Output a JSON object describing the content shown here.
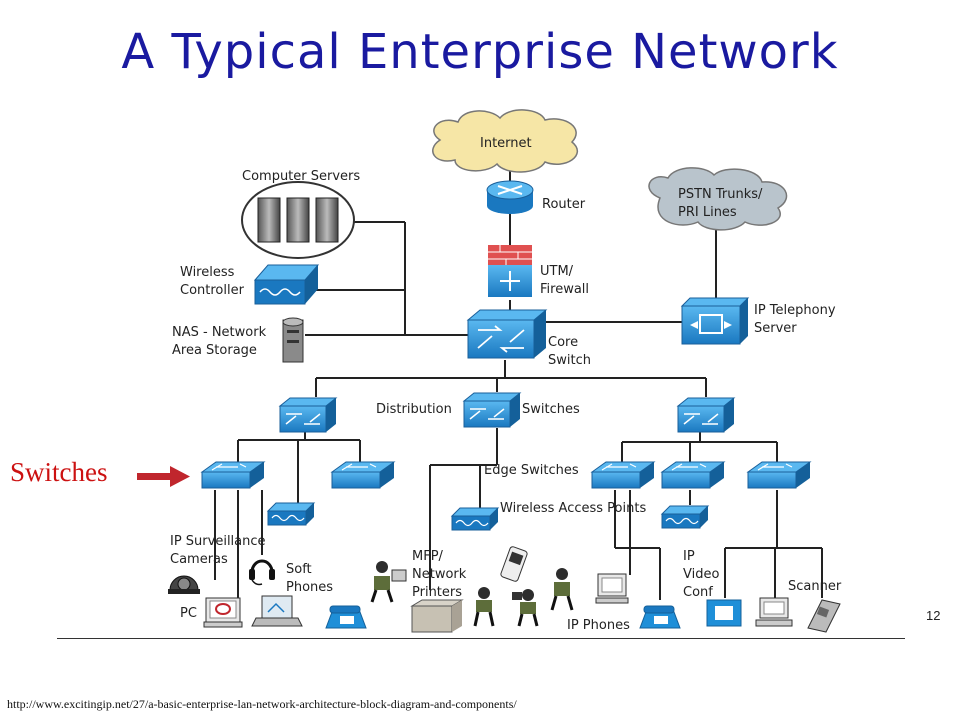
{
  "title": "A Typical Enterprise Network",
  "callout": {
    "label": "Switches"
  },
  "page_number": "12",
  "source_url": "http://www.excitingip.net/27/a-basic-enterprise-lan-network-architecture-block-diagram-and-components/",
  "colors": {
    "title": "#1a1aa0",
    "callout": "#cc1111",
    "device_blue": "#1f8fd8",
    "internet_cloud": "#f6e6a6",
    "pstn_cloud": "#b9c4cc",
    "firewall_red": "#e05050"
  },
  "labels": {
    "internet": "Internet",
    "router": "Router",
    "utm_firewall": [
      "UTM/",
      "Firewall"
    ],
    "computer_servers": "Computer Servers",
    "pstn": [
      "PSTN Trunks/",
      "PRI Lines"
    ],
    "wireless_controller": [
      "Wireless",
      "Controller"
    ],
    "ip_telephony": [
      "IP Telephony",
      "Server"
    ],
    "nas": [
      "NAS - Network",
      "Area Storage"
    ],
    "core_switch": [
      "Core",
      "Switch"
    ],
    "distribution": "Distribution",
    "switches": "Switches",
    "edge_switches": "Edge Switches",
    "wireless_ap": "Wireless Access Points",
    "ip_surveillance": [
      "IP Surveillance",
      "Cameras"
    ],
    "soft_phones": [
      "Soft",
      "Phones"
    ],
    "mfp": [
      "MFP/",
      "Network",
      "Printers"
    ],
    "ip_video": [
      "IP",
      "Video",
      "Conf"
    ],
    "scanner": "Scanner",
    "pc": "PC",
    "ip_phones": "IP Phones"
  }
}
